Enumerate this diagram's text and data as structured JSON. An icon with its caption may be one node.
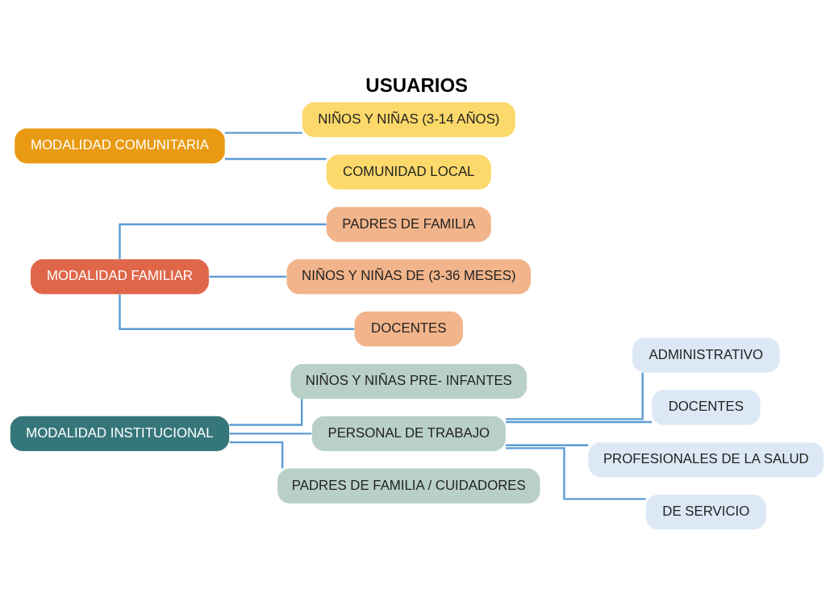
{
  "diagram": {
    "title": "USUARIOS",
    "nodes": [
      {
        "text": [
          "MODALIDAD INSTITUCIONAL"
        ]
      },
      {
        "text": [
          "NIÑOS Y NIÑAS PRE- INFANTES"
        ]
      },
      {
        "text": [
          "PERSONAL DE TRABAJO"
        ]
      },
      {
        "text": [
          "ADMINISTRATIVO"
        ]
      },
      {
        "text": [
          "DOCENTES"
        ]
      },
      {
        "text": [
          "PROFESIONALES DE LA SALUD"
        ]
      },
      {
        "text": [
          "DE SERVICIO"
        ]
      },
      {
        "text": [
          "PADRES DE FAMILIA / CUIDADORES"
        ]
      },
      {
        "text": [
          "MODALIDAD FAMILIAR"
        ]
      },
      {
        "text": [
          "PADRES DE FAMILIA"
        ]
      },
      {
        "text": [
          "NIÑOS Y NIÑAS DE (3-36 MESES)"
        ]
      },
      {
        "text": [
          "DOCENTES"
        ]
      },
      {
        "text": [
          "MODALIDAD COMUNITARIA"
        ]
      },
      {
        "text": [
          "NIÑOS Y NIÑAS (3-14 AÑOS)"
        ]
      },
      {
        "text": [
          "COMUNIDAD LOCAL"
        ]
      }
    ],
    "edges": [
      {
        "from": 0,
        "to": 1,
        "arrow": "none"
      },
      {
        "from": 0,
        "to": 2,
        "arrow": "none"
      },
      {
        "from": 2,
        "to": 3,
        "arrow": "none"
      },
      {
        "from": 2,
        "to": 4,
        "arrow": "none"
      },
      {
        "from": 2,
        "to": 5,
        "arrow": "none"
      },
      {
        "from": 2,
        "to": 6,
        "arrow": "none"
      },
      {
        "from": 0,
        "to": 7,
        "arrow": "none"
      },
      {
        "from": 8,
        "to": 9,
        "arrow": "none"
      },
      {
        "from": 8,
        "to": 10,
        "arrow": "none"
      },
      {
        "from": 8,
        "to": 11,
        "arrow": "none"
      },
      {
        "from": 12,
        "to": 13,
        "arrow": "none"
      },
      {
        "from": 12,
        "to": 14,
        "arrow": "none"
      }
    ]
  }
}
